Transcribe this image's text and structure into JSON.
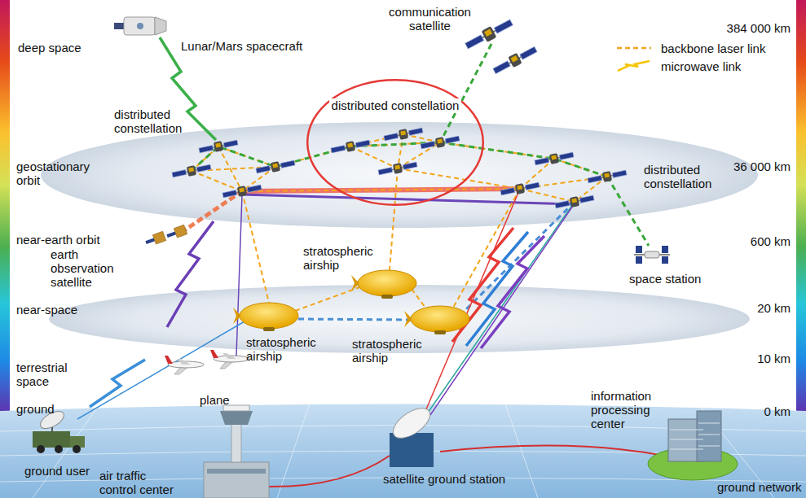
{
  "diagram": {
    "nodes": [
      {
        "text": [
          "distributed constellation"
        ]
      }
    ],
    "labels": [
      "deep space",
      "Lunar/Mars spacecraft",
      "communication satellite",
      "384 000 km",
      "distributed constellation",
      "geostationary orbit",
      "36 000 km",
      "distributed constellation",
      "near-earth orbit",
      "earth observation satellite",
      "600 km",
      "stratospheric airship",
      "space station",
      "near-space",
      "20 km",
      "stratospheric airship",
      "stratospheric airship",
      "terrestrial space",
      "10 km",
      "plane",
      "ground",
      "information processing center",
      "0 km",
      "ground user",
      "air traffic control center",
      "satellite ground station",
      "ground network"
    ],
    "legend": [
      {
        "text": "backbone laser link"
      },
      {
        "text": "microwave link"
      }
    ]
  }
}
